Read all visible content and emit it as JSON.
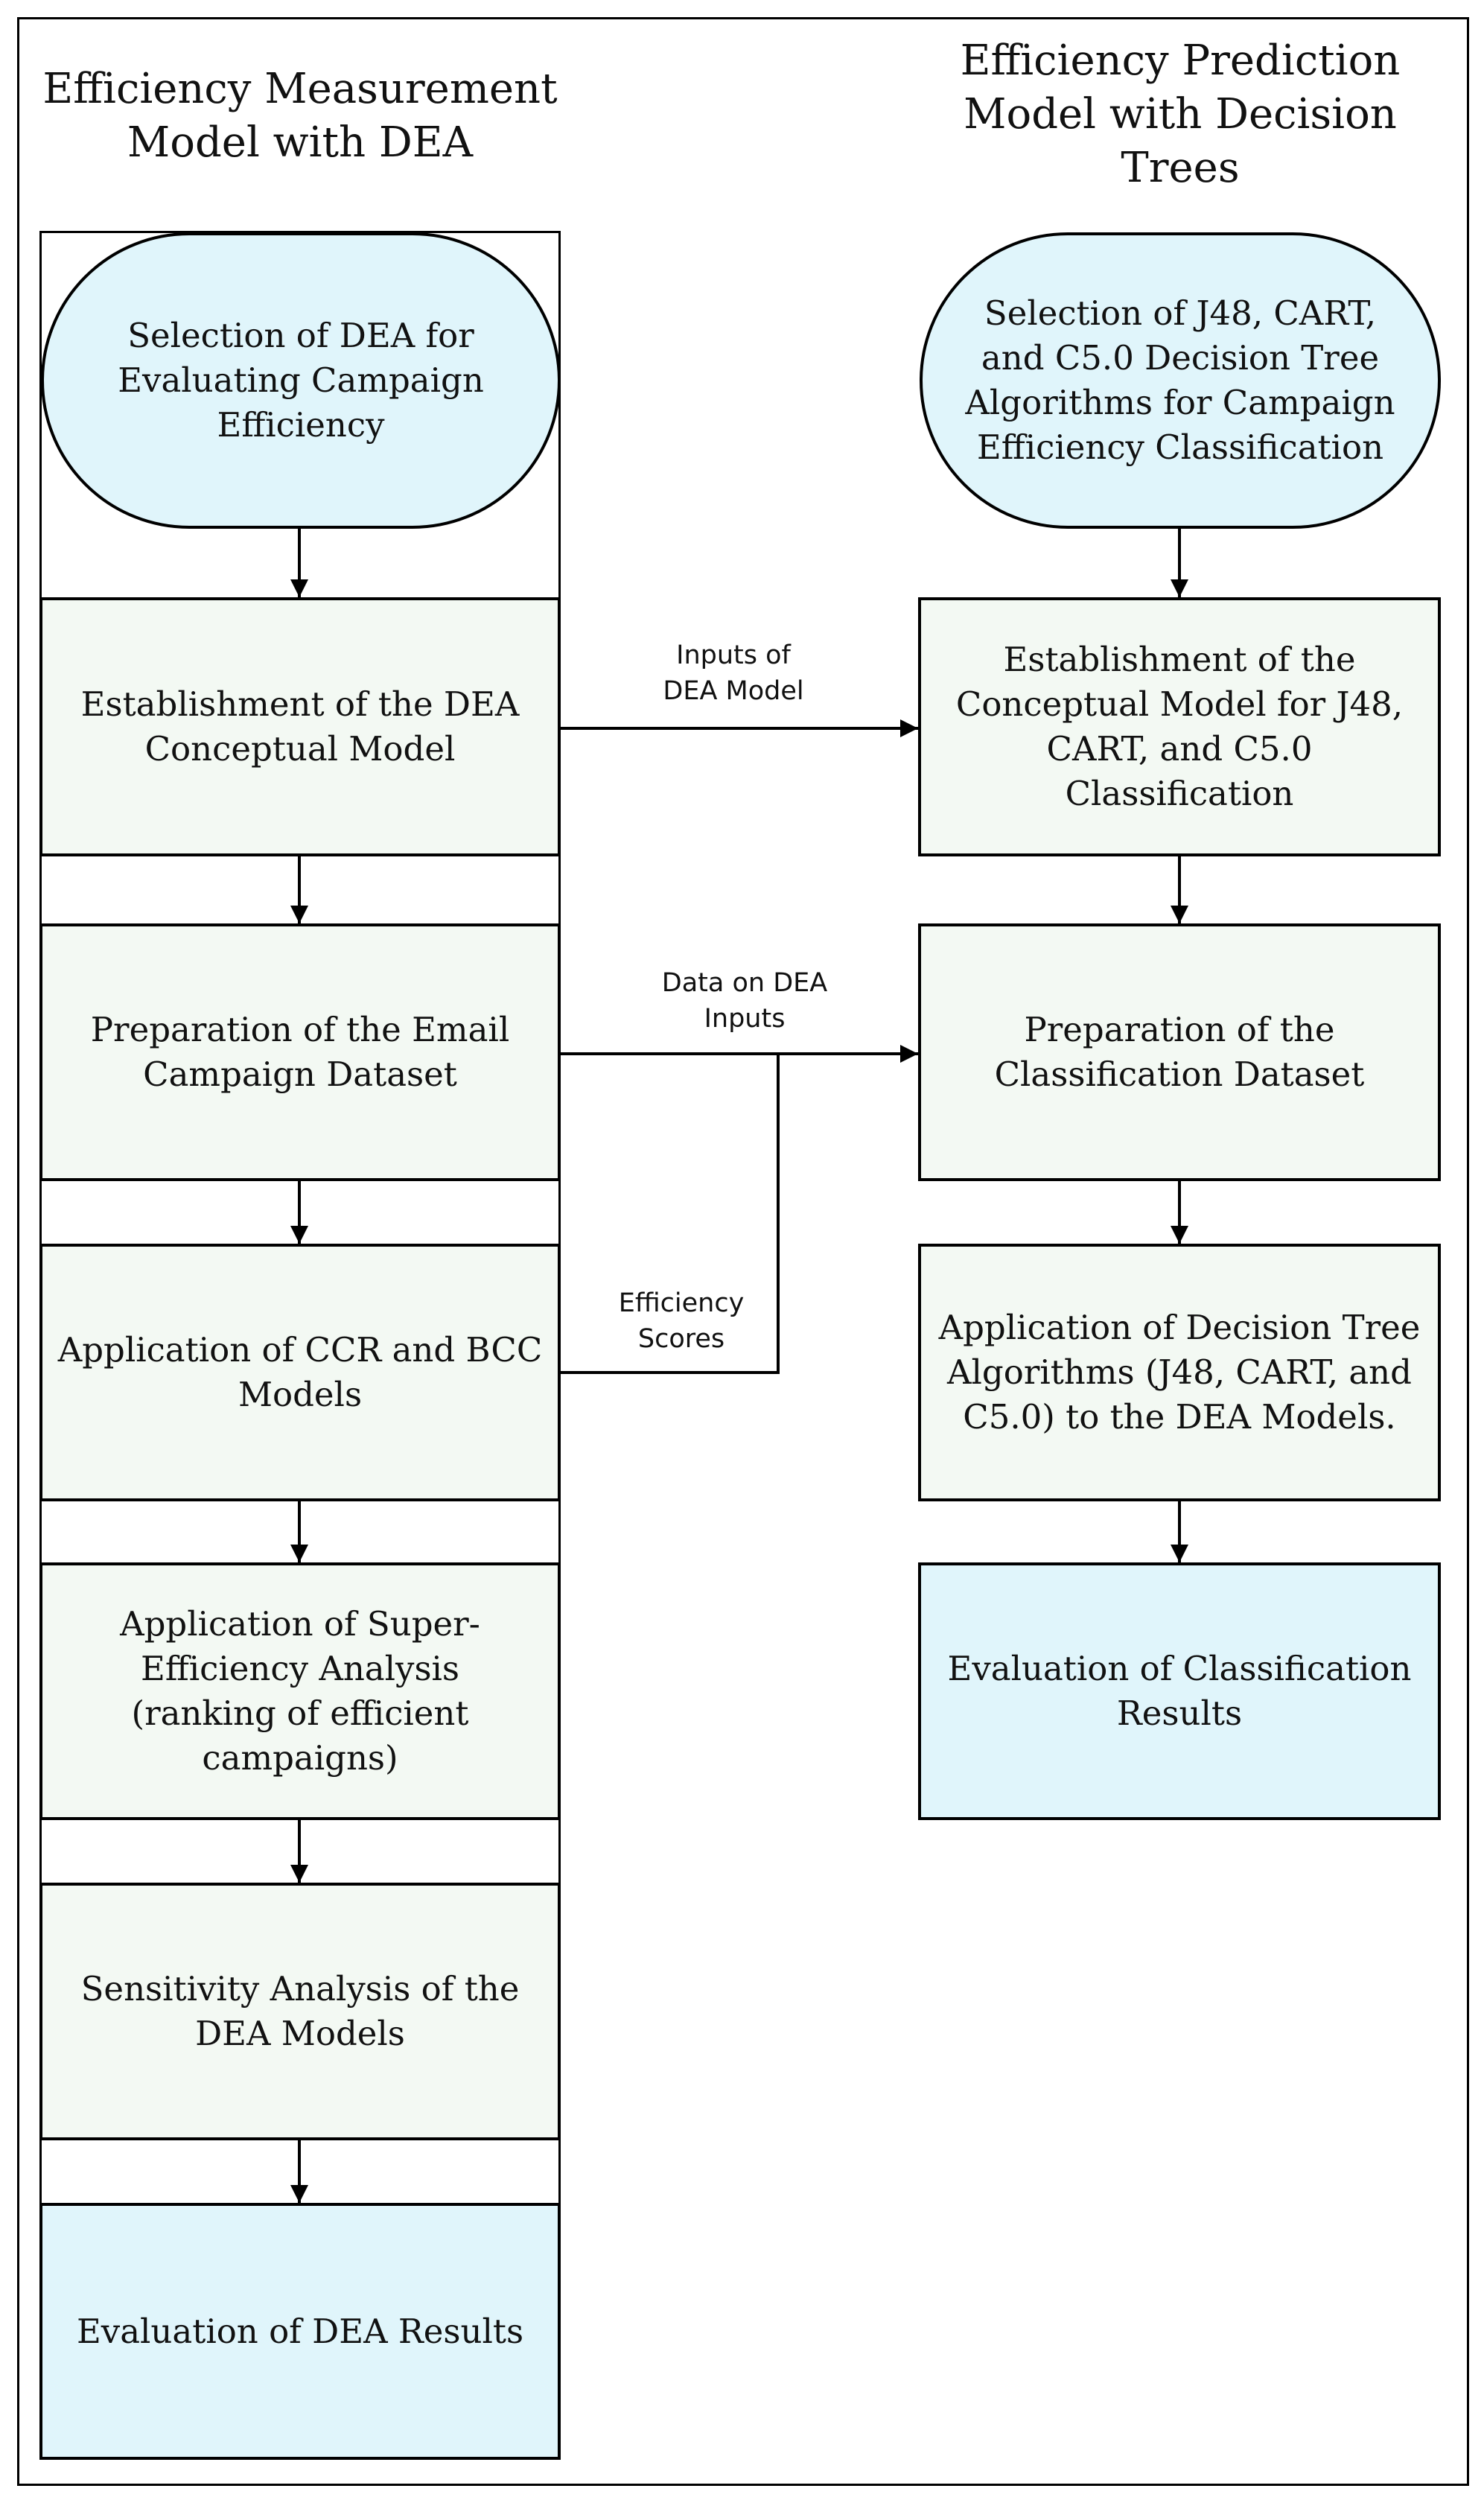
{
  "left_column": {
    "title": "Efficiency Measurement Model with DEA",
    "start": "Selection of DEA for Evaluating Campaign Efficiency",
    "step1": "Establishment of the DEA Conceptual Model",
    "step2": "Preparation of the Email Campaign Dataset",
    "step3": "Application of CCR and BCC Models",
    "step4": "Application of Super-Efficiency Analysis (ranking of efficient campaigns)",
    "step5": "Sensitivity Analysis of the DEA Models",
    "end": "Evaluation of DEA Results"
  },
  "right_column": {
    "title": "Efficiency Prediction Model with Decision Trees",
    "start": "Selection of J48, CART, and C5.0 Decision Tree Algorithms for Campaign Efficiency Classification",
    "step1": "Establishment of the Conceptual Model for J48, CART, and C5.0 Classification",
    "step2": "Preparation of the Classification Dataset",
    "step3": "Application of Decision Tree Algorithms (J48, CART, and C5.0) to the DEA Models.",
    "end": "Evaluation of Classification Results"
  },
  "connector_labels": {
    "inputs": "Inputs of DEA Model",
    "data": "Data on DEA Inputs",
    "scores": "Efficiency Scores"
  },
  "colors": {
    "process_fill": "#f3f9f3",
    "terminal_fill": "#e0f5fb",
    "line": "#000000"
  }
}
